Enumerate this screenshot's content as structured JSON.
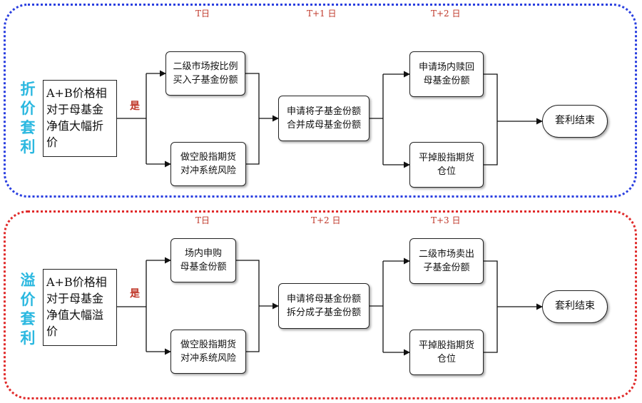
{
  "top": {
    "side_label": [
      "折",
      "价",
      "套",
      "利"
    ],
    "days": [
      "T日",
      "T+1 日",
      "T+2 日"
    ],
    "condition": "A+B价格相对于母基金净值大幅折价",
    "yes": "是",
    "step1_upper": [
      "二级市场按比例",
      "买入子基金份额"
    ],
    "step1_lower": [
      "做空股指期货",
      "对冲系统风险"
    ],
    "step2": [
      "申请将子基金份额",
      "合并成母基金份额"
    ],
    "step3_upper": [
      "申请场内赎回",
      "母基金份额"
    ],
    "step3_lower": [
      "平掉股指期货",
      "仓位"
    ],
    "end": "套利结束"
  },
  "bottom": {
    "side_label": [
      "溢",
      "价",
      "套",
      "利"
    ],
    "days": [
      "T日",
      "T+2 日",
      "T+3 日"
    ],
    "condition": "A+B价格相对于母基金净值大幅溢价",
    "yes": "是",
    "step1_upper": [
      "场内申购",
      "母基金份额"
    ],
    "step1_lower": [
      "做空股指期货",
      "对冲系统风险"
    ],
    "step2": [
      "申请将母基金份额",
      "拆分成子基金份额"
    ],
    "step3_upper": [
      "二级市场卖出",
      "子基金份额"
    ],
    "step3_lower": [
      "平掉股指期货",
      "仓位"
    ],
    "end": "套利结束"
  }
}
